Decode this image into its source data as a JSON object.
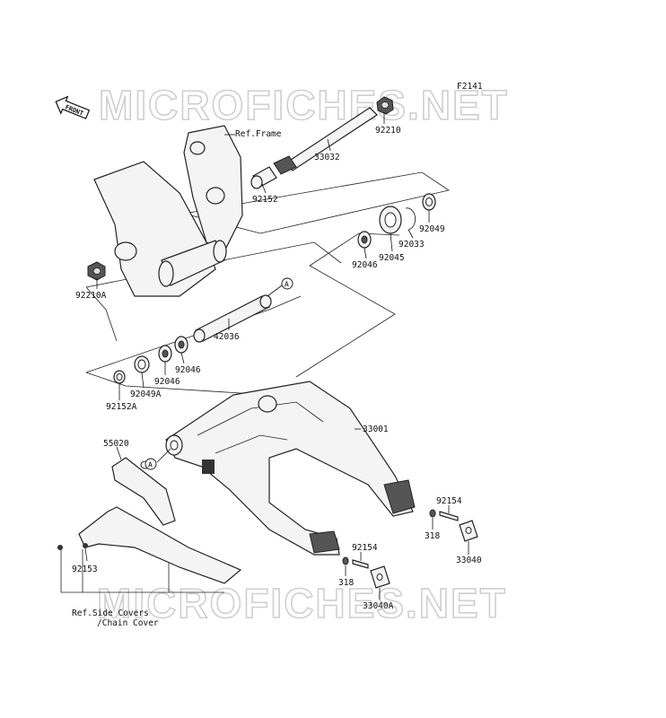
{
  "diagram_code": "F2141",
  "front_label": "FRONT",
  "watermark": "MICROFICHES.NET",
  "callout_a": "A",
  "ref_frame": "Ref.Frame",
  "ref_side_covers_line1": "Ref.Side Covers",
  "ref_side_covers_line2": "/Chain Cover",
  "parts": {
    "p92210": "92210",
    "p33032": "33032",
    "p92152": "92152",
    "p92210A": "92210A",
    "p92049_r": "92049",
    "p92033": "92033",
    "p92045": "92045",
    "p92046_r": "92046",
    "p42036": "42036",
    "p92046_l1": "92046",
    "p92046_l2": "92046",
    "p92049A": "92049A",
    "p92152A": "92152A",
    "p33001": "33001",
    "p55020": "55020",
    "p92154_a": "92154",
    "p318_a": "318",
    "p33040": "33040",
    "p92154_b": "92154",
    "p318_b": "318",
    "p33040A": "33040A",
    "p92153": "92153"
  }
}
